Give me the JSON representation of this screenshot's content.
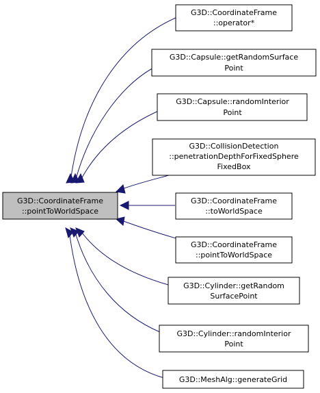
{
  "diagram": {
    "root": {
      "lines": [
        "G3D::CoordinateFrame",
        "::pointToWorldSpace"
      ]
    },
    "callers": [
      {
        "lines": [
          "G3D::CoordinateFrame",
          "::operator*"
        ]
      },
      {
        "lines": [
          "G3D::Capsule::getRandomSurface",
          "Point"
        ]
      },
      {
        "lines": [
          "G3D::Capsule::randomInterior",
          "Point"
        ]
      },
      {
        "lines": [
          "G3D::CollisionDetection",
          "::penetrationDepthForFixedSphere",
          "FixedBox"
        ]
      },
      {
        "lines": [
          "G3D::CoordinateFrame",
          "::toWorldSpace"
        ]
      },
      {
        "lines": [
          "G3D::CoordinateFrame",
          "::pointToWorldSpace"
        ]
      },
      {
        "lines": [
          "G3D::Cylinder::getRandom",
          "SurfacePoint"
        ]
      },
      {
        "lines": [
          "G3D::Cylinder::randomInterior",
          "Point"
        ]
      },
      {
        "lines": [
          "G3D::MeshAlg::generateGrid"
        ]
      }
    ]
  }
}
